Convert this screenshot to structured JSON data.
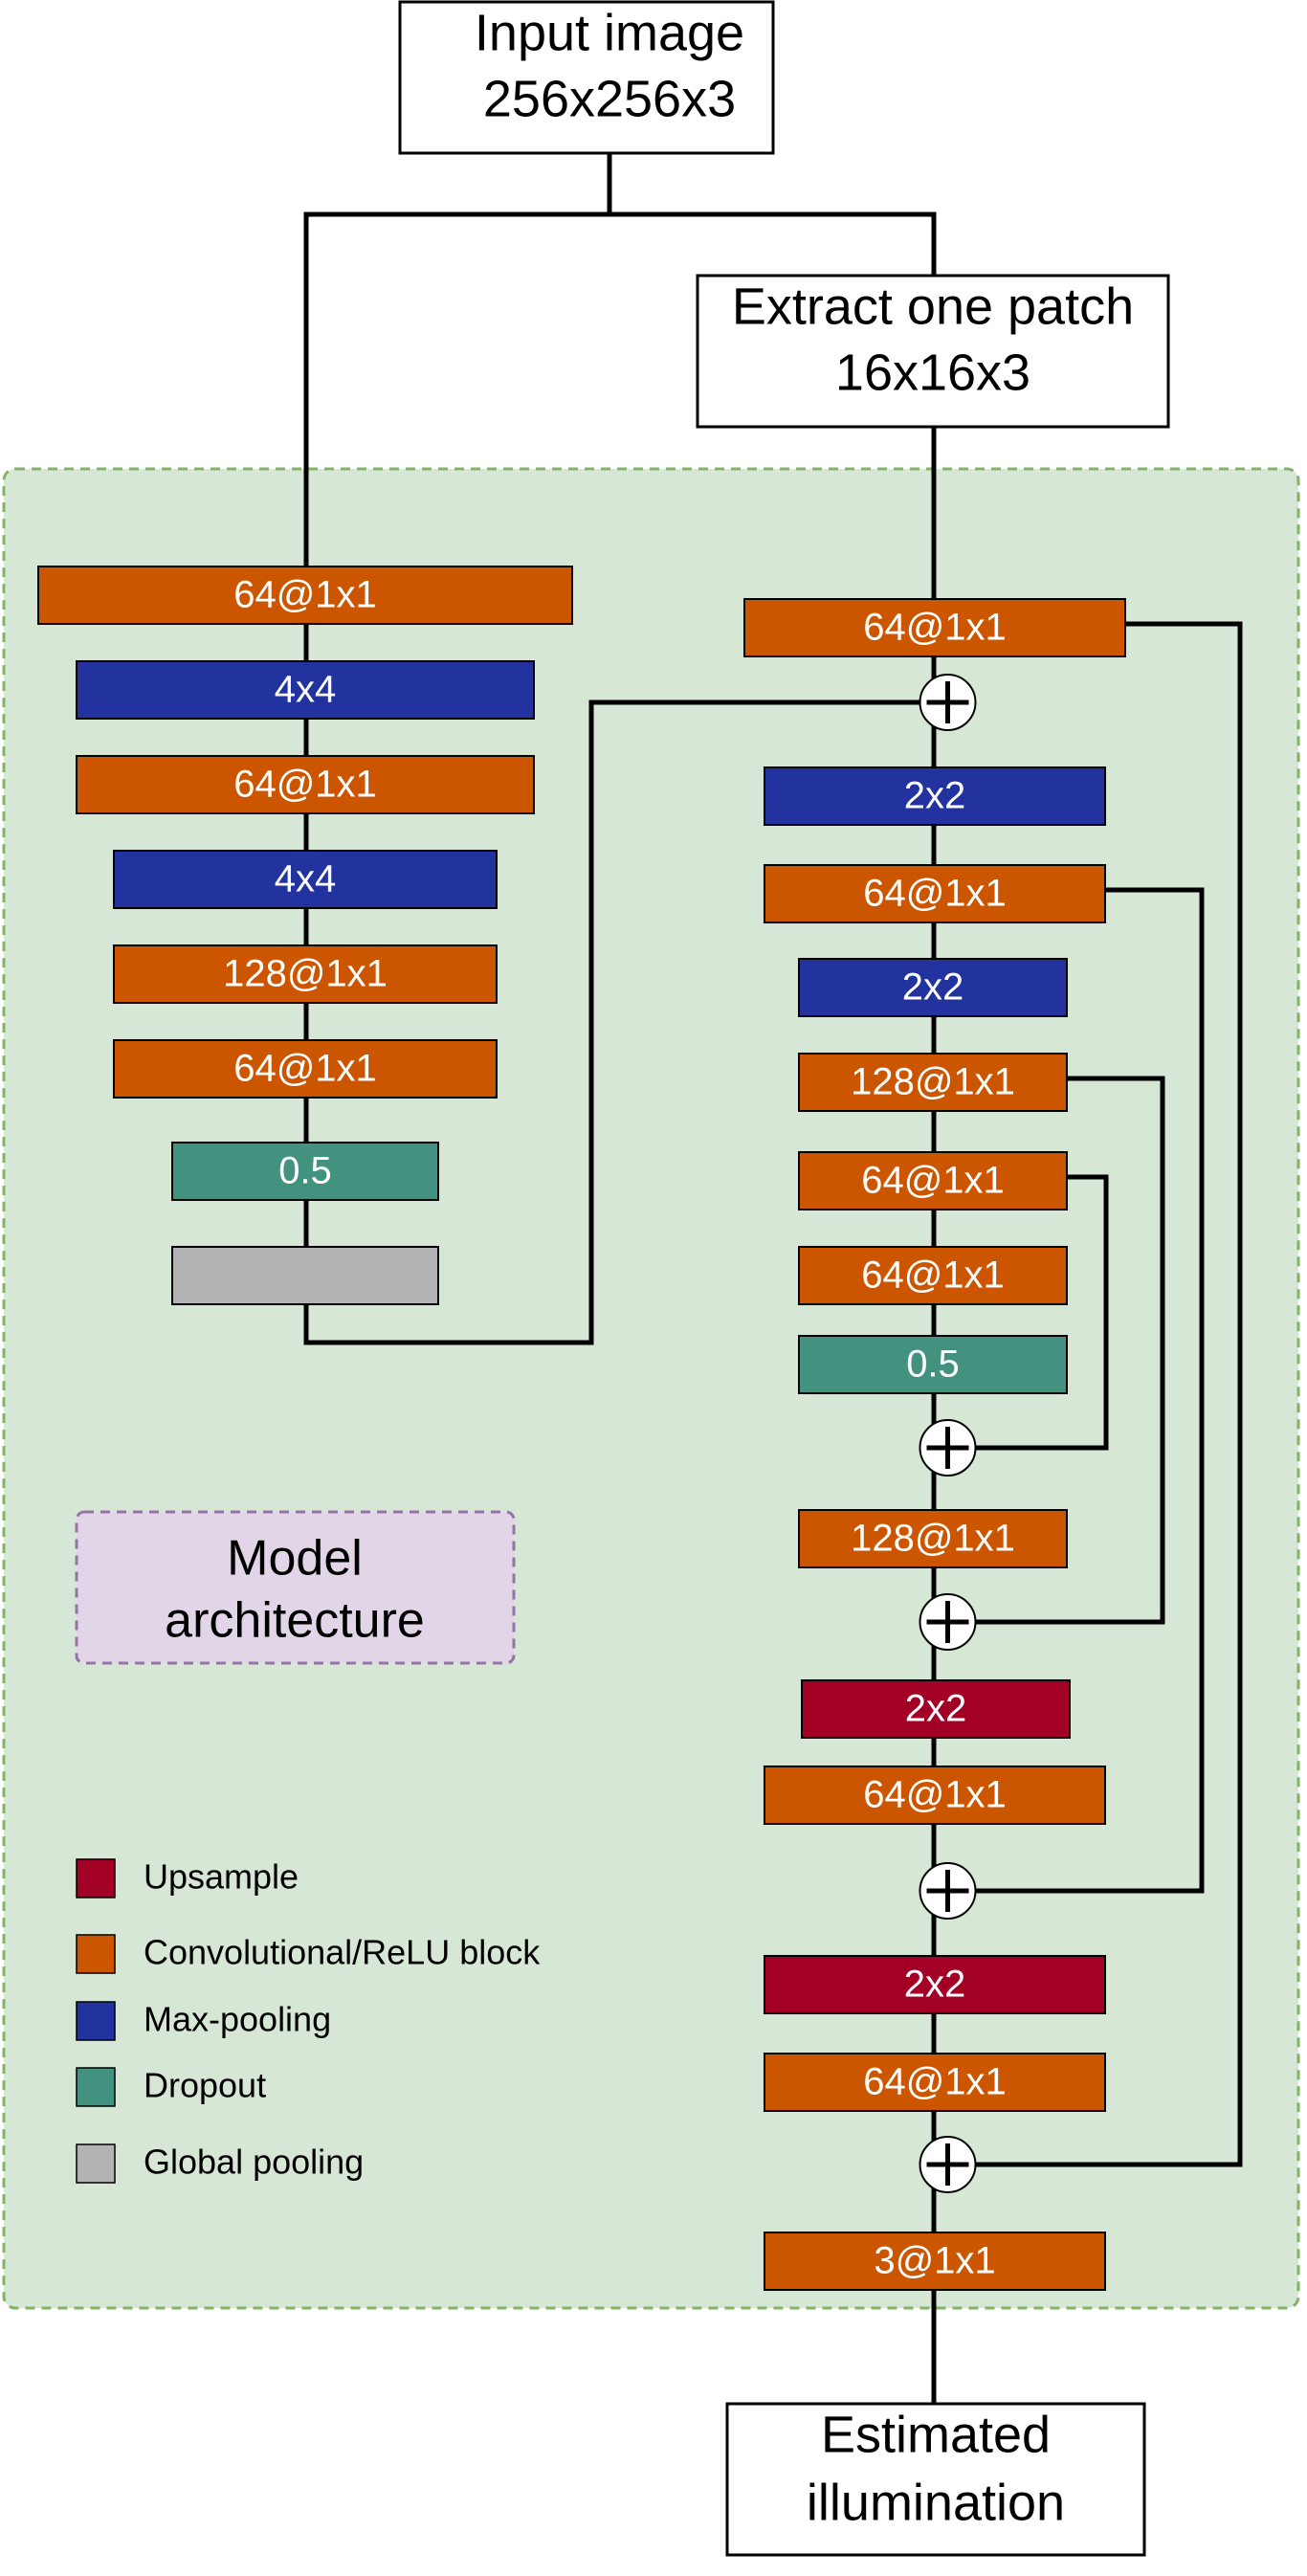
{
  "diagram": {
    "input": {
      "line1": "Input image",
      "line2": "256x256x3"
    },
    "patch": {
      "line1": "Extract one patch",
      "line2": "16x16x3"
    },
    "output": {
      "line1": "Estimated",
      "line2": "illumination"
    },
    "model_label": {
      "line1": "Model",
      "line2": "architecture"
    },
    "left_branch": [
      {
        "label": "64@1x1",
        "kind": "conv"
      },
      {
        "label": "4x4",
        "kind": "maxpool"
      },
      {
        "label": "64@1x1",
        "kind": "conv"
      },
      {
        "label": "4x4",
        "kind": "maxpool"
      },
      {
        "label": "128@1x1",
        "kind": "conv"
      },
      {
        "label": "64@1x1",
        "kind": "conv"
      },
      {
        "label": "0.5",
        "kind": "dropout"
      },
      {
        "label": "",
        "kind": "globalpool"
      }
    ],
    "right_branch": [
      {
        "label": "64@1x1",
        "kind": "conv"
      },
      {
        "label": "",
        "kind": "add"
      },
      {
        "label": "2x2",
        "kind": "maxpool"
      },
      {
        "label": "64@1x1",
        "kind": "conv"
      },
      {
        "label": "2x2",
        "kind": "maxpool"
      },
      {
        "label": "128@1x1",
        "kind": "conv"
      },
      {
        "label": "64@1x1",
        "kind": "conv"
      },
      {
        "label": "64@1x1",
        "kind": "conv"
      },
      {
        "label": "0.5",
        "kind": "dropout"
      },
      {
        "label": "",
        "kind": "add"
      },
      {
        "label": "128@1x1",
        "kind": "conv"
      },
      {
        "label": "",
        "kind": "add"
      },
      {
        "label": "2x2",
        "kind": "upsample"
      },
      {
        "label": "64@1x1",
        "kind": "conv"
      },
      {
        "label": "",
        "kind": "add"
      },
      {
        "label": "2x2",
        "kind": "upsample"
      },
      {
        "label": "64@1x1",
        "kind": "conv"
      },
      {
        "label": "",
        "kind": "add"
      },
      {
        "label": "3@1x1",
        "kind": "conv"
      }
    ],
    "legend": [
      {
        "label": "Upsample",
        "kind": "upsample"
      },
      {
        "label": "Convolutional/ReLU block",
        "kind": "conv"
      },
      {
        "label": "Max-pooling",
        "kind": "maxpool"
      },
      {
        "label": "Dropout",
        "kind": "dropout"
      },
      {
        "label": "Global pooling",
        "kind": "globalpool"
      }
    ],
    "colors": {
      "conv": "#cc5500",
      "maxpool": "#2233a0",
      "dropout": "#43917f",
      "upsample": "#a30026",
      "globalpool": "#b3b3b3",
      "panel_bg": "#d6e8d5",
      "panel_border": "#82b366",
      "model_label_bg": "#e1d5e7",
      "model_label_border": "#9673a6",
      "line": "#000000"
    }
  }
}
